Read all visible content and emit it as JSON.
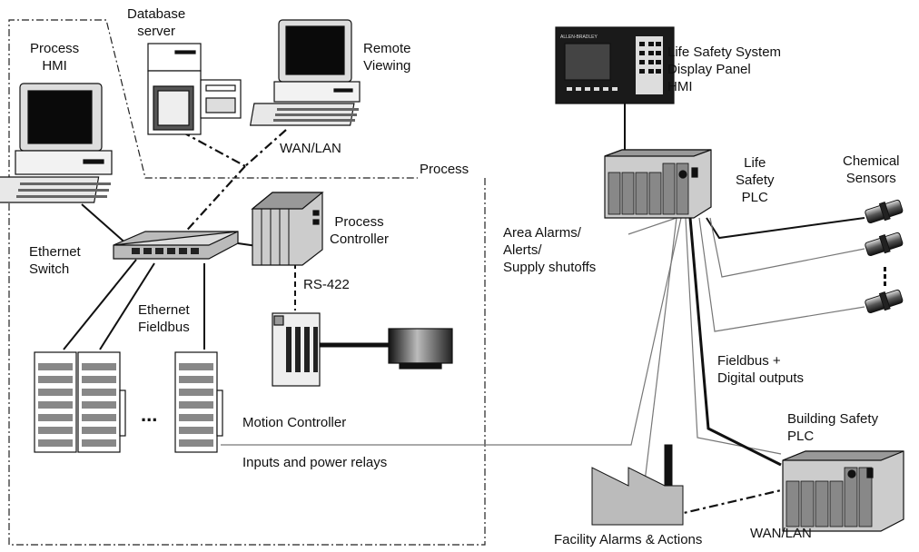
{
  "labels": {
    "database_server": [
      "Database",
      "server"
    ],
    "process_hmi": [
      "Process",
      "HMI"
    ],
    "remote_viewing": [
      "Remote",
      "Viewing"
    ],
    "wan_lan_top": "WAN/LAN",
    "process": "Process",
    "ethernet_switch": [
      "Ethernet",
      "Switch"
    ],
    "process_controller": [
      "Process",
      "Controller"
    ],
    "rs422": "RS-422",
    "ethernet_fieldbus": [
      "Ethernet",
      "Fieldbus"
    ],
    "ellipsis": "...",
    "motion_controller": "Motion Controller",
    "inputs_power_relays": "Inputs and power relays",
    "life_safety_display": [
      "Life Safety System",
      "Display Panel",
      "HMI"
    ],
    "life_safety_plc": [
      "Life",
      "Safety",
      "PLC"
    ],
    "chemical_sensors": [
      "Chemical",
      "Sensors"
    ],
    "area_alarms": [
      "Area Alarms/",
      "Alerts/",
      "Supply shutoffs"
    ],
    "fieldbus_digital": [
      "Fieldbus +",
      "Digital outputs"
    ],
    "building_safety_plc": [
      "Building Safety",
      "PLC"
    ],
    "facility_alarms": "Facility Alarms & Actions",
    "wan_lan_bottom": "WAN/LAN",
    "panel_brand": "ALLEN-BRADLEY"
  },
  "icons": [
    "computer-icon",
    "server-icon",
    "switch-icon",
    "controller-icon",
    "drive-rack-icon",
    "motor-icon",
    "panel-icon",
    "plc-icon",
    "sensor-icon",
    "factory-icon"
  ]
}
